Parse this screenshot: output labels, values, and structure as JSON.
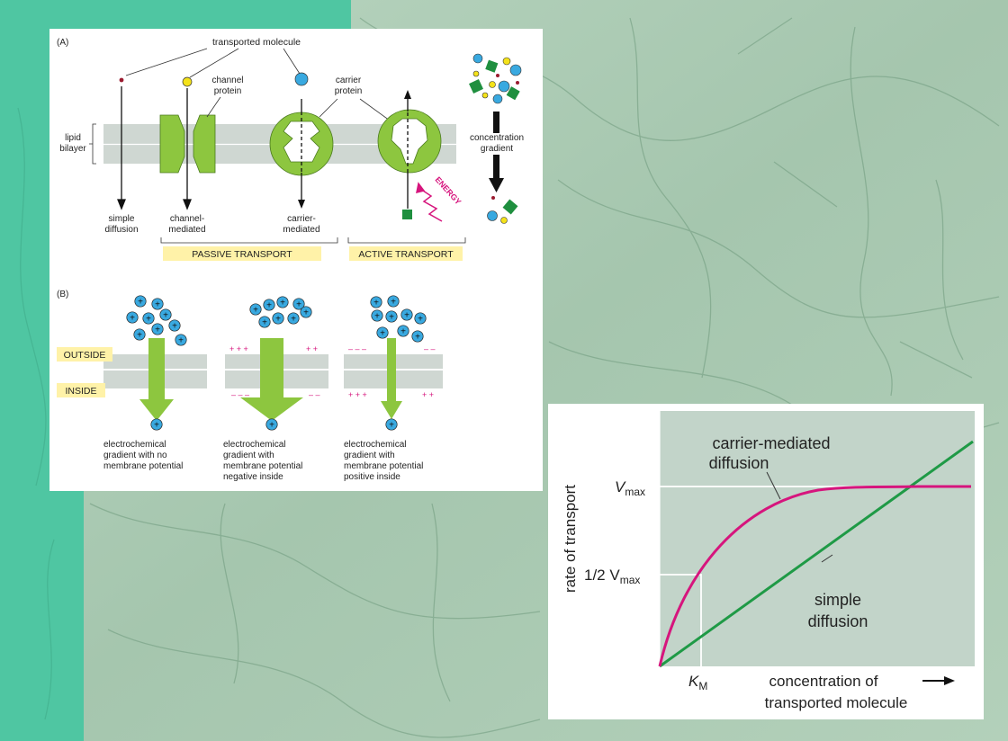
{
  "colors": {
    "teal_strip": "#4fc6a2",
    "membrane": "#cfd7d2",
    "protein_green": "#8dc63f",
    "highlight_yellow": "#fff2a8",
    "magenta": "#d6157d",
    "ion_blue": "#39a9e0",
    "molecule_yellow": "#f4e21a",
    "molecule_red": "#9b1b30",
    "square_green": "#1f8f3f",
    "graph_bg": "#c2d4c9",
    "line_green": "#1f9a46"
  },
  "panel_a": {
    "label": "(A)",
    "transported_molecule": "transported molecule",
    "channel_protein": [
      "channel",
      "protein"
    ],
    "carrier_protein": [
      "carrier",
      "protein"
    ],
    "lipid_bilayer": [
      "lipid",
      "bilayer"
    ],
    "simple_diffusion": [
      "simple",
      "diffusion"
    ],
    "channel_mediated": [
      "channel-",
      "mediated"
    ],
    "carrier_mediated": [
      "carrier-",
      "mediated"
    ],
    "energy": "ENERGY",
    "concentration_gradient": [
      "concentration",
      "gradient"
    ],
    "passive_transport": "PASSIVE TRANSPORT",
    "active_transport": "ACTIVE TRANSPORT"
  },
  "panel_b": {
    "label": "(B)",
    "outside": "OUTSIDE",
    "inside": "INSIDE",
    "ion_symbol": "+",
    "captions": [
      [
        "electrochemical",
        "gradient with no",
        "membrane potential"
      ],
      [
        "electrochemical",
        "gradient with",
        "membrane potential",
        "negative inside"
      ],
      [
        "electrochemical",
        "gradient with",
        "membrane potential",
        "positive inside"
      ]
    ],
    "charges": {
      "plus_row": "+ + +",
      "plus_short": "+ +",
      "minus_row": "– – –",
      "minus_short": "– –"
    }
  },
  "graph": {
    "carrier_label": [
      "carrier-mediated",
      "diffusion"
    ],
    "simple_label": [
      "simple",
      "diffusion"
    ],
    "vmax_label": "V",
    "vmax_sub": "max",
    "half_vmax_prefix": "1/2 V",
    "half_vmax_sub": "max",
    "km_label": "K",
    "km_sub": "M",
    "ylabel": "rate of transport",
    "xlabel": [
      "concentration of",
      "transported molecule"
    ]
  }
}
